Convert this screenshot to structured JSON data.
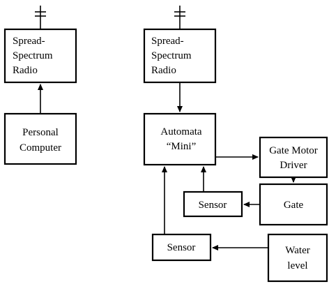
{
  "diagram": {
    "left_radio": {
      "line1": "Spread-",
      "line2": "Spectrum",
      "line3": "Radio"
    },
    "personal_computer": {
      "line1": "Personal",
      "line2": "Computer"
    },
    "right_radio": {
      "line1": "Spread-",
      "line2": "Spectrum",
      "line3": "Radio"
    },
    "automata": {
      "line1": "Automata",
      "line2": "“Mini”"
    },
    "gate_motor_driver": {
      "line1": "Gate Motor",
      "line2": "Driver"
    },
    "gate": {
      "label": "Gate"
    },
    "sensor_upper": {
      "label": "Sensor"
    },
    "sensor_lower": {
      "label": "Sensor"
    },
    "water_level": {
      "line1": "Water",
      "line2": "level"
    }
  },
  "colors": {
    "stroke": "#000000",
    "background": "#ffffff"
  },
  "icons": {
    "antenna": "antenna-icon"
  }
}
